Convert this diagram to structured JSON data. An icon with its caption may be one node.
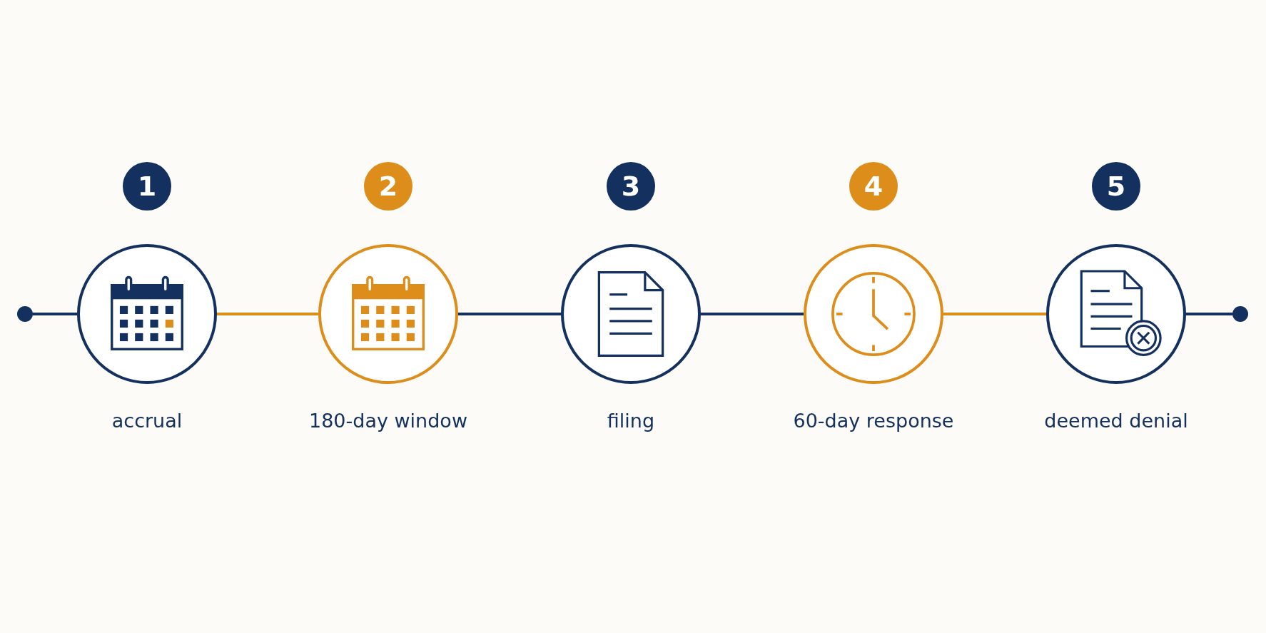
{
  "diagram": {
    "nodes": [
      {
        "text": [],
        "shape": "circle"
      },
      {
        "text": [],
        "shape": "circle",
        "beside": [
          "1",
          "accrual"
        ]
      },
      {
        "text": [],
        "shape": "circle",
        "beside": [
          "2",
          "180-day window"
        ]
      },
      {
        "text": [],
        "shape": "circle",
        "beside": [
          "3",
          "filing"
        ]
      },
      {
        "text": [],
        "shape": "circle",
        "beside": [
          "4",
          "60-day response"
        ]
      },
      {
        "text": [],
        "shape": "circle",
        "beside": [
          "5",
          "deemed denial"
        ]
      },
      {
        "text": [],
        "shape": "circle"
      }
    ],
    "edges": [
      {
        "from": 0,
        "to": 1,
        "arrow": "none"
      },
      {
        "from": 1,
        "to": 2,
        "arrow": "none",
        "color": "#dc8d1a"
      },
      {
        "from": 2,
        "to": 3,
        "arrow": "none"
      },
      {
        "from": 3,
        "to": 4,
        "arrow": "none"
      },
      {
        "from": 4,
        "to": 5,
        "arrow": "none",
        "color": "#dc8d1a"
      },
      {
        "from": 5,
        "to": 6,
        "arrow": "none"
      }
    ]
  }
}
